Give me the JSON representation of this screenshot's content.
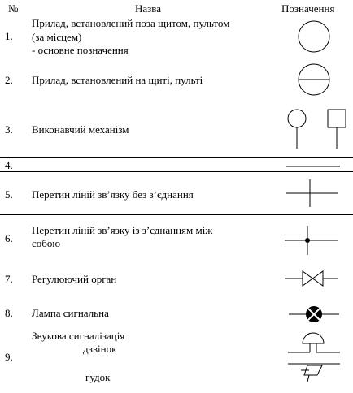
{
  "header": {
    "number": "№",
    "name": "Назва",
    "symbol": "Позначення"
  },
  "rows": [
    {
      "number": "1.",
      "lines": [
        "Прилад, встановлений поза щитом, пультом",
        "(за місцем)",
        "- основне позначення"
      ],
      "symbol": "circle-symbol"
    },
    {
      "number": "2.",
      "lines": [
        "Прилад, встановлений на щиті, пульті"
      ],
      "symbol": "circle-with-line-symbol"
    },
    {
      "number": "3.",
      "lines": [
        "Виконавчий механізм"
      ],
      "symbol": "actuator-symbols"
    },
    {
      "number": "4.",
      "lines": [
        ""
      ],
      "symbol": "line-symbol"
    },
    {
      "number": "5.",
      "lines": [
        "Перетин ліній зв’язку без з’єднання"
      ],
      "symbol": "cross-symbol"
    },
    {
      "number": "6.",
      "lines": [
        "Перетин ліній зв’язку із з’єднанням між",
        "собою"
      ],
      "symbol": "cross-dot-symbol"
    },
    {
      "number": "7.",
      "lines": [
        "Регулюючий орган"
      ],
      "symbol": "valve-symbol"
    },
    {
      "number": "8.",
      "lines": [
        "Лампа сигнальна"
      ],
      "symbol": "lamp-symbol"
    },
    {
      "number": "9.",
      "lines": [
        "Звукова сигналізація",
        "дзвінок",
        "гудок"
      ],
      "symbol": "bell-horn-symbols"
    }
  ]
}
